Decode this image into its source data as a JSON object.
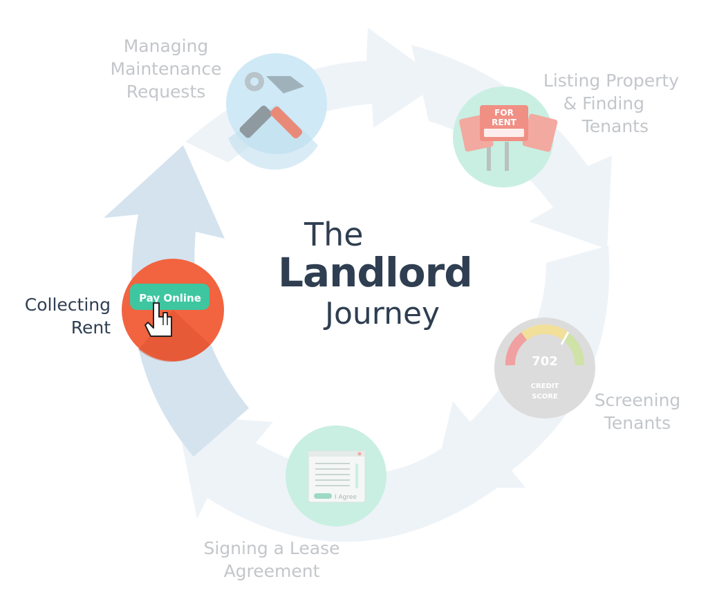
{
  "title": {
    "line1": "The",
    "line2": "Landlord",
    "line3": "Journey"
  },
  "stages": {
    "maintenance": {
      "lines": [
        "Managing",
        "Maintenance",
        "Requests"
      ],
      "icon": "wrench-hammer-icon",
      "circle_color": "#cfe9f6"
    },
    "listing": {
      "lines": [
        "Listing Property",
        "& Finding",
        "Tenants"
      ],
      "icon": "for-rent-signs-icon",
      "circle_color": "#c9efe2",
      "sign_text_1": "FOR",
      "sign_text_2": "RENT"
    },
    "screening": {
      "lines": [
        "Screening",
        "Tenants"
      ],
      "icon": "credit-score-gauge-icon",
      "circle_color": "#dcdcdc",
      "score": "702",
      "score_label_1": "CREDIT",
      "score_label_2": "SCORE"
    },
    "signing": {
      "lines": [
        "Signing a Lease",
        "Agreement"
      ],
      "icon": "lease-document-icon",
      "circle_color": "#c9efe2",
      "agree_text": "I Agree"
    },
    "collecting": {
      "lines": [
        "Collecting",
        "Rent"
      ],
      "icon": "pay-online-hand-icon",
      "circle_color": "#f2633f",
      "button_text": "Pay Online",
      "active": true
    }
  },
  "colors": {
    "arrow_light": "#eef3f8",
    "arrow_active": "#d4e3ee",
    "text_active": "#2f3e51",
    "text_muted": "#c3c6ca",
    "accent_green": "#3ec6a0",
    "accent_red": "#f2633f"
  }
}
